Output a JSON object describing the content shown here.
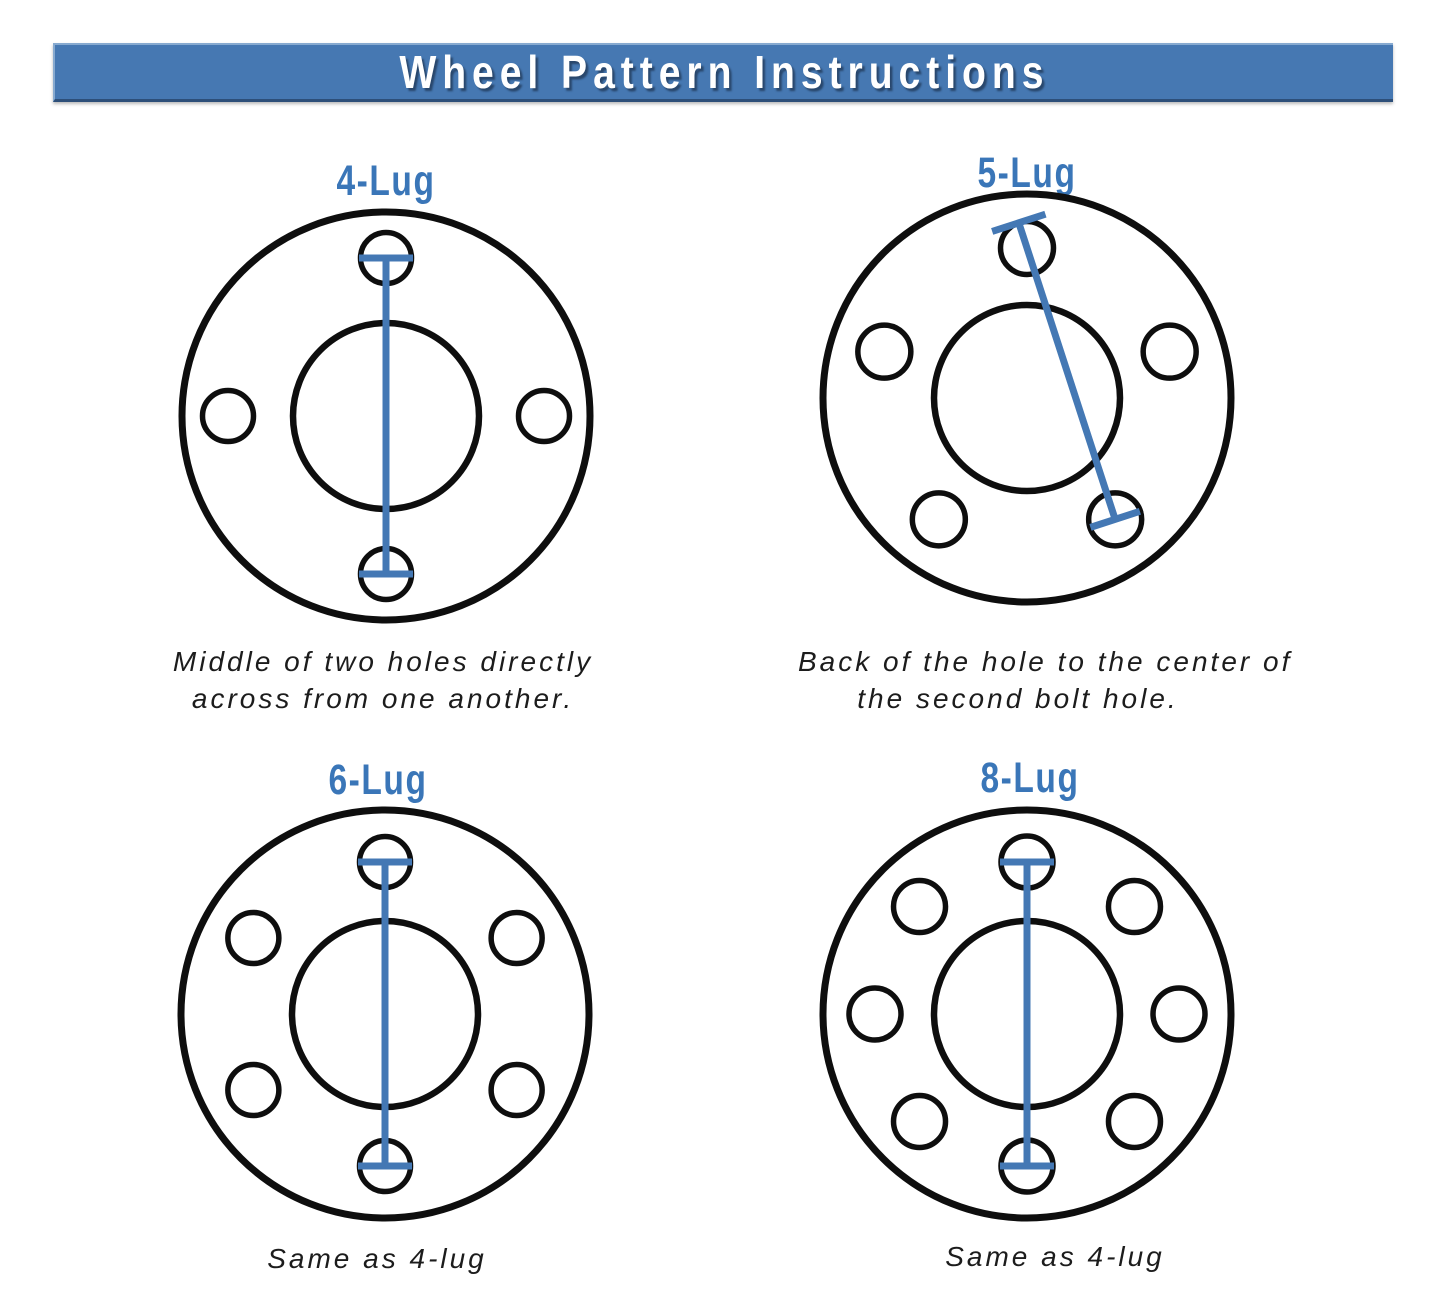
{
  "header": {
    "title": "Wheel Pattern Instructions"
  },
  "colors": {
    "header_bar": "#4678b2",
    "header_bar_edge_dark": "#2d4f79",
    "header_bar_edge_light": "#87aad0",
    "lug_label_blue": "#3a76b8",
    "measure_line_blue": "#4478b4",
    "diagram_stroke": "#0e0e0e",
    "caption_text": "#1c1c1c",
    "background": "#ffffff"
  },
  "diagrams": [
    {
      "id": "4-lug",
      "label": "4-Lug",
      "lugs": 4,
      "measure": "middle-to-middle",
      "caption_lines": [
        "Middle of two holes directly",
        "across from one another."
      ]
    },
    {
      "id": "5-lug",
      "label": "5-Lug",
      "lugs": 5,
      "measure": "back-to-center-diagonal",
      "caption_lines": [
        "Back of the hole to the center of",
        "the second bolt hole."
      ]
    },
    {
      "id": "6-lug",
      "label": "6-Lug",
      "lugs": 6,
      "measure": "middle-to-middle",
      "caption_lines": [
        "Same as 4-lug"
      ]
    },
    {
      "id": "8-lug",
      "label": "8-Lug",
      "lugs": 8,
      "measure": "middle-to-middle",
      "caption_lines": [
        "Same as 4-lug"
      ]
    }
  ]
}
